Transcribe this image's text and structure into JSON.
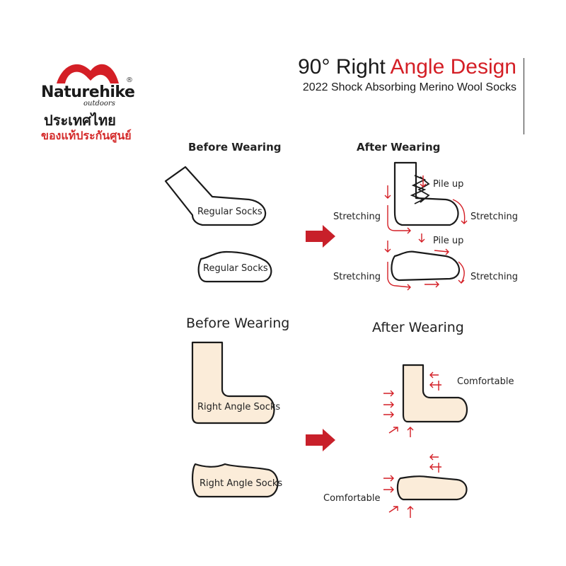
{
  "logo": {
    "brand": "Naturehike",
    "registered": "®",
    "subtitle": "outdoors",
    "thai_line": "ประเทศไทย",
    "thai_red_line": "ของแท้ประกันศูนย์"
  },
  "header": {
    "title_prefix": "90° Right ",
    "title_accent": "Angle Design",
    "subtitle": "2022 Shock Absorbing Merino Wool Socks"
  },
  "top_section": {
    "before_label": "Before Wearing",
    "after_label": "After Wearing",
    "regular_sock_label": "Regular Socks",
    "regular_low_sock_label": "Regular Socks",
    "pile_up_1": "Pile up",
    "pile_up_2": "Pile up",
    "stretching_left_1": "Stretching",
    "stretching_right_1": "Stretching",
    "stretching_left_2": "Stretching",
    "stretching_right_2": "Stretching"
  },
  "bottom_section": {
    "before_label": "Before Wearing",
    "after_label": "After Wearing",
    "right_angle_sock_label": "Right Angle Socks",
    "right_angle_low_sock_label": "Right Angle Socks",
    "comfortable_1": "Comfortable",
    "comfortable_2": "Comfortable"
  },
  "colors": {
    "accent_red": "#d41f26",
    "sock_fill": "#fbecd9",
    "outline": "#1a1a1a"
  }
}
